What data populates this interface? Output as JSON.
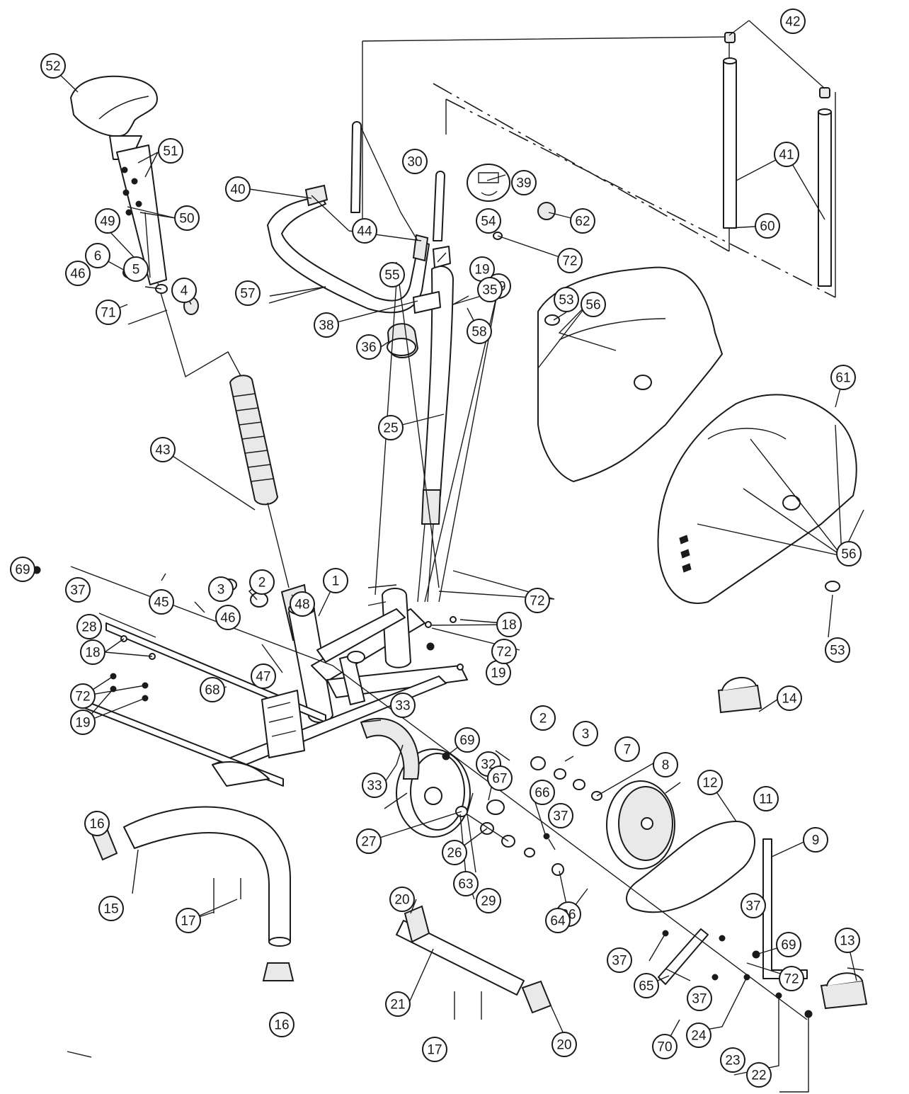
{
  "callouts": [
    "1",
    "2",
    "3",
    "4",
    "5",
    "6",
    "7",
    "8",
    "9",
    "11",
    "12",
    "13",
    "14",
    "15",
    "16",
    "17",
    "18",
    "19",
    "20",
    "21",
    "22",
    "23",
    "24",
    "25",
    "26",
    "27",
    "28",
    "29",
    "30",
    "32",
    "33",
    "35",
    "36",
    "37",
    "38",
    "39",
    "40",
    "41",
    "42",
    "43",
    "44",
    "45",
    "46",
    "47",
    "48",
    "49",
    "50",
    "51",
    "52",
    "53",
    "54",
    "55",
    "56",
    "57",
    "58",
    "60",
    "61",
    "62",
    "63",
    "64",
    "65",
    "66",
    "67",
    "68",
    "69",
    "70",
    "71",
    "72"
  ]
}
